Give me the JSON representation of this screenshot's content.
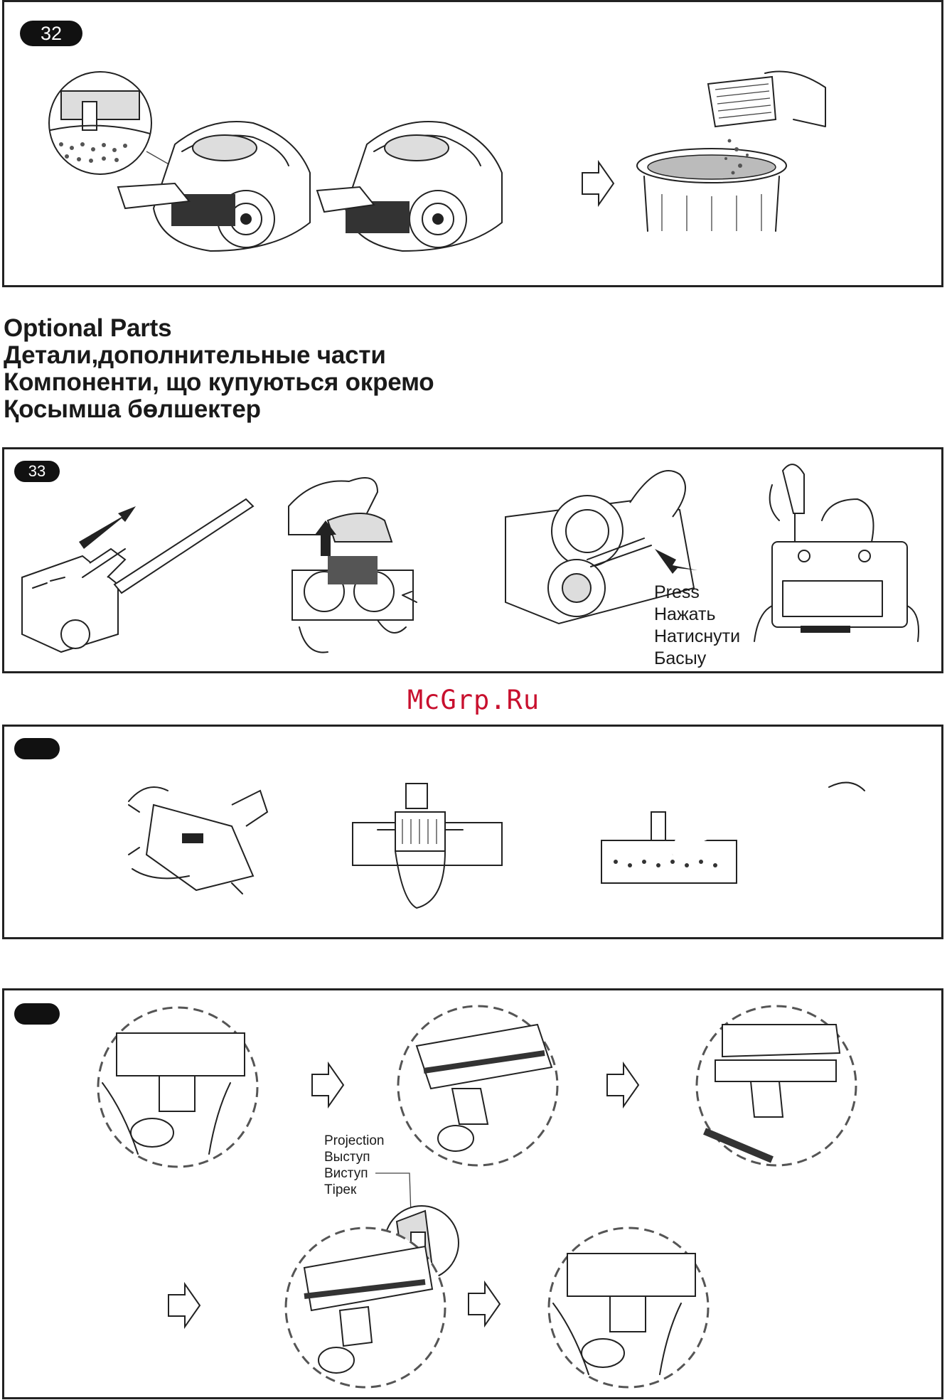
{
  "steps": {
    "s32": {
      "badge": "32"
    },
    "s33": {
      "badge": "33"
    },
    "s34": {
      "badge": ""
    },
    "s35": {
      "badge": ""
    }
  },
  "headings": [
    "Optional Parts",
    "Детали,дополнительные части",
    "Компоненти, що купуються окремо",
    "Қосымша бөлшектер"
  ],
  "callouts": {
    "press": [
      "Press",
      "Нажать",
      "Натиснути",
      "Басыу"
    ],
    "projection": [
      "Projection",
      "Выступ",
      "Виступ",
      "Тірек"
    ]
  },
  "watermark": "McGrp.Ru",
  "icons": {
    "arrow": "outline-right-arrow-icon",
    "bin": "trash-bin-icon",
    "filter": "filter-icon"
  }
}
